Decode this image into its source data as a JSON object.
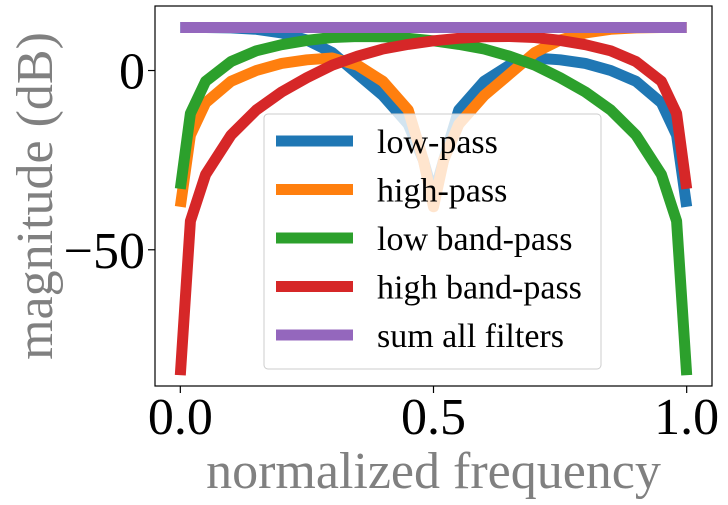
{
  "chart_data": {
    "type": "line",
    "xlabel": "normalized frequency",
    "ylabel": "magnitude (dB)",
    "xlim": [
      -0.05,
      1.05
    ],
    "ylim": [
      -88,
      18
    ],
    "xticks": [
      0.0,
      0.5,
      1.0
    ],
    "xtick_labels": [
      "0.0",
      "0.5",
      "1.0"
    ],
    "yticks": [
      0,
      -50
    ],
    "ytick_labels": [
      "0",
      "−50"
    ],
    "grid": false,
    "legend_position": "center-right",
    "series": [
      {
        "name": "low-pass",
        "color": "#1f77b4",
        "x": [
          0,
          0.02,
          0.05,
          0.1,
          0.15,
          0.2,
          0.25,
          0.3,
          0.35,
          0.4,
          0.45,
          0.48,
          0.5,
          0.52,
          0.55,
          0.6,
          0.65,
          0.7,
          0.75,
          0.8,
          0.85,
          0.9,
          0.95,
          0.98,
          1.0
        ],
        "y": [
          12,
          12,
          12,
          11.9,
          11.5,
          10.5,
          8.5,
          5,
          -1,
          -7,
          -15,
          -25,
          -35,
          -25,
          -11,
          -3,
          1.5,
          3.5,
          3,
          2,
          0,
          -3,
          -9,
          -18,
          -38
        ]
      },
      {
        "name": "high-pass",
        "color": "#ff7f0e",
        "x": [
          0,
          0.02,
          0.05,
          0.1,
          0.15,
          0.2,
          0.25,
          0.3,
          0.35,
          0.4,
          0.45,
          0.48,
          0.5,
          0.52,
          0.55,
          0.6,
          0.65,
          0.7,
          0.75,
          0.8,
          0.85,
          0.9,
          0.95,
          0.98,
          1.0
        ],
        "y": [
          -38,
          -18,
          -9,
          -3,
          0,
          2,
          3,
          3.5,
          1.5,
          -3,
          -11,
          -25,
          -38,
          -25,
          -15,
          -7,
          -1,
          5,
          8.5,
          10.5,
          11.5,
          11.9,
          12,
          12,
          12
        ]
      },
      {
        "name": "low band-pass",
        "color": "#2ca02c",
        "x": [
          0,
          0.02,
          0.05,
          0.1,
          0.15,
          0.2,
          0.25,
          0.3,
          0.35,
          0.4,
          0.45,
          0.5,
          0.55,
          0.6,
          0.65,
          0.7,
          0.75,
          0.8,
          0.85,
          0.9,
          0.95,
          0.98,
          1.0
        ],
        "y": [
          -33,
          -12,
          -3,
          2.5,
          5.5,
          7.2,
          8.4,
          9.2,
          9.5,
          9.4,
          9,
          8.3,
          7.3,
          6,
          4,
          1.5,
          -2,
          -6,
          -11,
          -18,
          -29,
          -42,
          -85
        ]
      },
      {
        "name": "high band-pass",
        "color": "#d62728",
        "x": [
          0,
          0.02,
          0.05,
          0.1,
          0.15,
          0.2,
          0.25,
          0.3,
          0.35,
          0.4,
          0.45,
          0.5,
          0.55,
          0.6,
          0.65,
          0.7,
          0.75,
          0.8,
          0.85,
          0.9,
          0.95,
          0.98,
          1.0
        ],
        "y": [
          -85,
          -42,
          -29,
          -18,
          -11,
          -6,
          -2,
          1.5,
          4,
          6,
          7.3,
          8.3,
          9,
          9.4,
          9.5,
          9.2,
          8.4,
          7.2,
          5.5,
          2.5,
          -3,
          -12,
          -33
        ]
      },
      {
        "name": "sum all filters",
        "color": "#9467bd",
        "x": [
          0,
          1.0
        ],
        "y": [
          12,
          12
        ]
      }
    ]
  }
}
